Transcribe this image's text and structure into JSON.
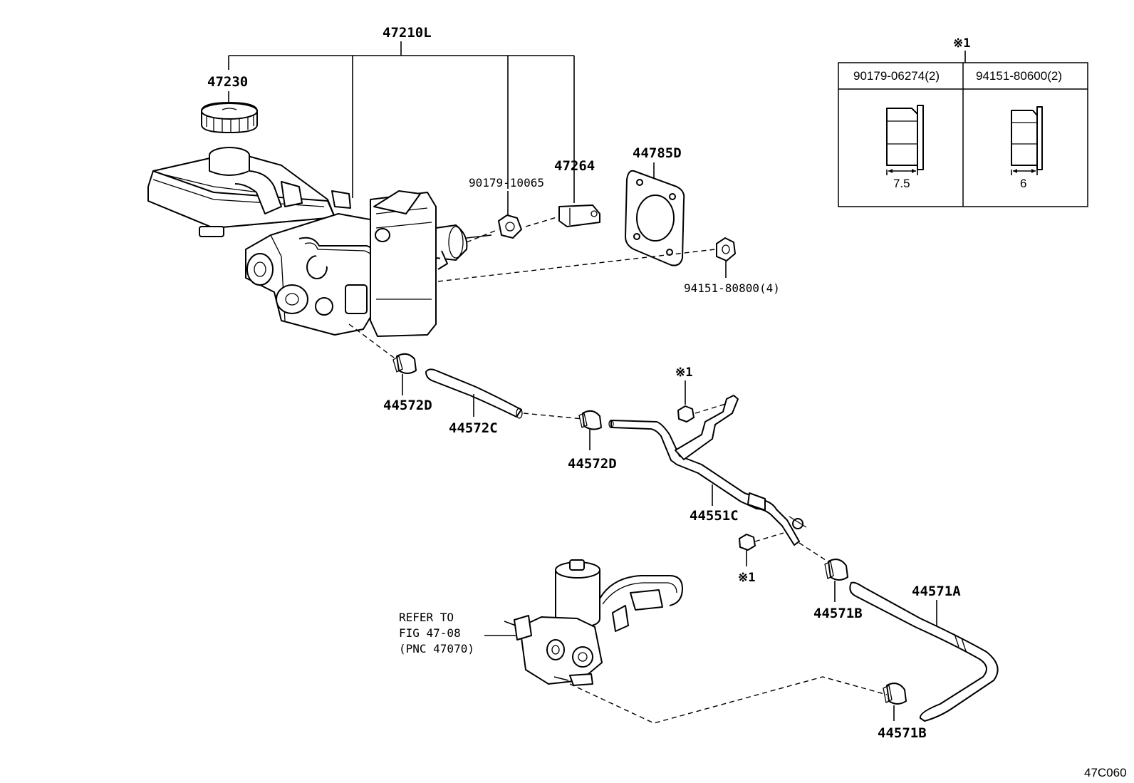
{
  "callouts": {
    "p47210L": "47210L",
    "p47230": "47230",
    "p90179_10065": "90179-10065",
    "p47264": "47264",
    "p44785D": "44785D",
    "p94151_80800": "94151-80800(4)",
    "p44572D_a": "44572D",
    "p44572C": "44572C",
    "p44572D_b": "44572D",
    "p44551C": "44551C",
    "p44571A": "44571A",
    "p44571B_a": "44571B",
    "p44571B_b": "44571B",
    "note_a": "※1",
    "note_b": "※1",
    "note_table": "※1"
  },
  "refer": {
    "line1": "REFER TO",
    "line2": "FIG 47-08",
    "line3": "(PNC 47070)"
  },
  "table": {
    "col1_header": "90179-06274(2)",
    "col2_header": "94151-80600(2)",
    "col1_dim": "7.5",
    "col2_dim": "6"
  },
  "figure_code": "47C060"
}
